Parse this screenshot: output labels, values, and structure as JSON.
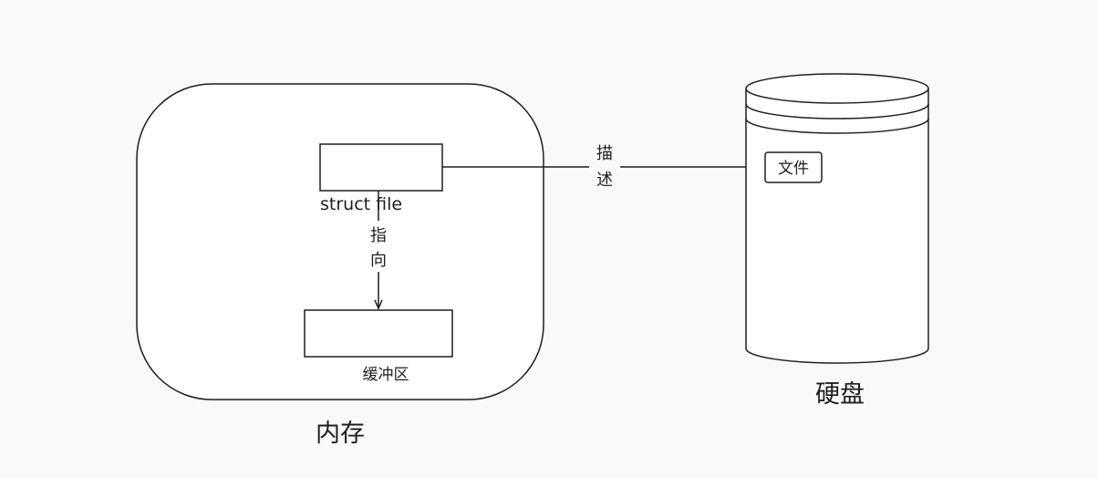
{
  "memory": {
    "label": "内存",
    "struct_file_label": "struct file",
    "buffer_label": "缓冲区"
  },
  "disk": {
    "label": "硬盘",
    "file_label": "文件"
  },
  "arrows": {
    "points_to_label": [
      "指",
      "向"
    ],
    "describes_label": [
      "描",
      "述"
    ]
  },
  "colors": {
    "background": "#f8f9fa",
    "stroke": "#1e1e1e",
    "fill": "#ffffff"
  }
}
